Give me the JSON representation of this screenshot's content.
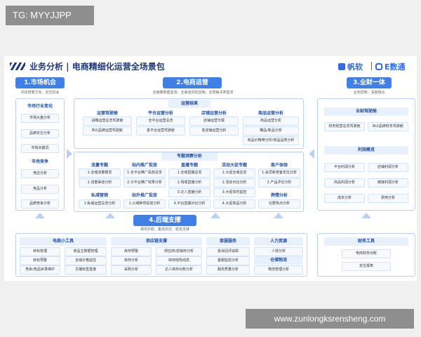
{
  "watermark_top": "TG: MYYJJPP",
  "watermark_bottom": "www.zunlongksrensheng.com",
  "title": "业务分析 | 电商精细化运营全场景包",
  "brand_left": "帆软",
  "brand_right": "E数通",
  "market": {
    "header": "1.市场机会",
    "sub": "寻找增量方向、定位机会",
    "industry_title": "市场行业变化",
    "industry_items": [
      "市场大盘分析",
      "品牌定位分析",
      "市场关键词"
    ],
    "competition_title": "市场竞争",
    "competition_items": [
      "竞店分析",
      "竞品分析",
      "品牌竞争分析"
    ]
  },
  "ecom": {
    "header": "2.电商运营",
    "sub": "全链路数据监测，全渠道风险控制，全局解决类需求",
    "results_title": "运营结果",
    "results_groups": [
      {
        "title": "运营驾驶舱",
        "items": [
          "战略运营总览驾驶舱",
          "BU/品牌运营驾驶舱"
        ]
      },
      {
        "title": "平台运营分析",
        "items": [
          "全平台运营总览",
          "各平台运营驾驶舱"
        ]
      },
      {
        "title": "店铺运营分析",
        "items": [
          "店铺运营日报",
          "各店铺运营分析"
        ]
      },
      {
        "title": "商品运营分析",
        "items": [
          "商品运营分析",
          "横品/新品分析",
          "商品价格带分析/商品品类分析"
        ]
      }
    ],
    "insight_title": "专题洞察分析",
    "insight_groups": [
      {
        "title": "流量专题",
        "items": [
          "1.全域流量概览",
          "2.流量渠道分析"
        ]
      },
      {
        "title": "站内推广投放",
        "items": [
          "1.全平台推广投放总览",
          "2.分平台推广效果分析"
        ]
      },
      {
        "title": "直播专题",
        "items": [
          "1.全域直播总览",
          "2.场观直播分析",
          "3.达人直播分析"
        ]
      },
      {
        "title": "活动大促专题",
        "items": [
          "1.大促全域总览",
          "2.活动对比分析",
          "3.大促实时监控"
        ]
      },
      {
        "title": "客户体验",
        "items": [
          "1.会员新老客定位分析",
          "2.产品评论分析"
        ]
      }
    ],
    "insight_groups_b": [
      {
        "title": "私域营销",
        "items": [
          "1.私域运营总览分析"
        ]
      },
      {
        "title": "站外推广投放",
        "items": [
          "1.公域种草投放分析"
        ]
      },
      {
        "title": "",
        "items": [
          "4.平台直播对比分析"
        ]
      },
      {
        "title": "",
        "items": [
          "4.大促商品分析"
        ]
      },
      {
        "title": "舆情分析",
        "items": [
          "社群热点分析"
        ]
      }
    ]
  },
  "finance": {
    "header": "3.业财一体",
    "sub": "业务控制、深度融合",
    "cockpit_title": "业财驾驶舱",
    "cockpit_items": [
      "财务经营总览驾驶舱",
      "BU/品牌财务驾驶舱"
    ],
    "profit_title": "利润概览",
    "profit_items": [
      "平台利润分析",
      "店铺利润分析",
      "商品利润分析",
      "链接利润分析",
      "成本分析",
      "费用分析"
    ]
  },
  "backend": {
    "header": "4.后端支撑",
    "sub": "保驾护航、集成反应、稳定支撑",
    "tools": {
      "title": "电商小工具",
      "items": [
        "目标管理",
        "商品主数据管理",
        "目标预警",
        "全域价格监控",
        "竞争/竞品目录维护",
        "文播标签直接"
      ]
    },
    "supply": {
      "title": "供应链支撑",
      "items": [
        "库存预警",
        "供应商/进销存分析",
        "库存分析",
        "库存结构动态",
        "采购分析",
        "达人库存对账分析"
      ]
    },
    "service": {
      "title": "客服服务",
      "items": [
        "投诉回评追踪",
        "客服监控分析",
        "服务质量分析"
      ]
    },
    "hr": {
      "title": "人力资源",
      "items": [
        "人效分析"
      ]
    },
    "warehouse": {
      "title": "仓储物流",
      "items": [
        "物流管理分析"
      ]
    },
    "finance_tools": {
      "title": "财务工具",
      "items": [
        "电商财务对账",
        "定位报表"
      ]
    }
  }
}
